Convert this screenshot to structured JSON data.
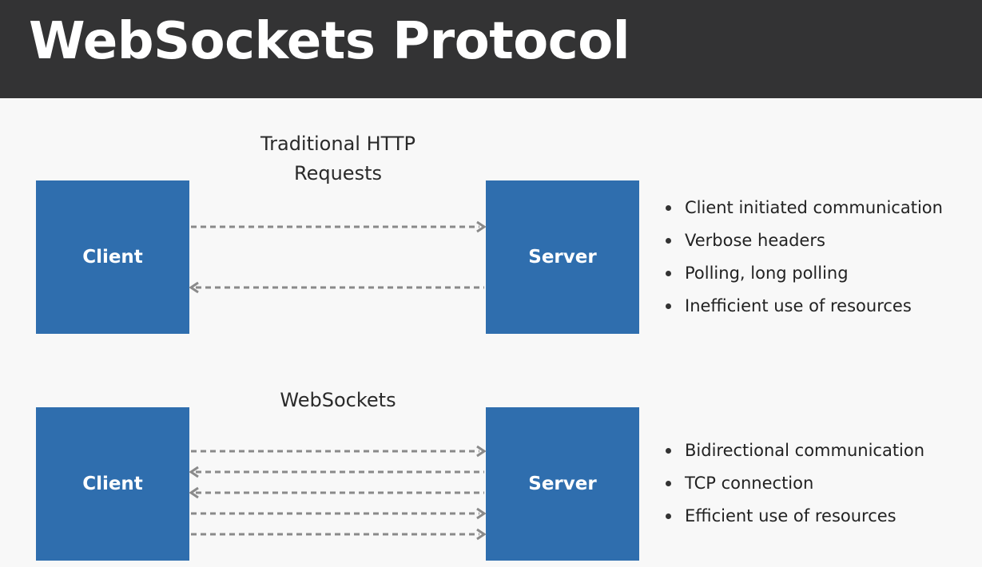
{
  "title": "WebSockets Protocol",
  "colors": {
    "header_bg": "#333334",
    "box_fill": "#2f6eae",
    "arrow": "#8a8a8a"
  },
  "http_section": {
    "caption_line1": "Traditional HTTP",
    "caption_line2": "Requests",
    "client_label": "Client",
    "server_label": "Server",
    "arrows": [
      "client-to-server",
      "server-to-client"
    ],
    "bullets": [
      "Client initiated communication",
      "Verbose headers",
      "Polling, long polling",
      "Inefficient use of resources"
    ]
  },
  "ws_section": {
    "caption": "WebSockets",
    "client_label": "Client",
    "server_label": "Server",
    "arrows": [
      "client-to-server",
      "server-to-client",
      "server-to-client",
      "client-to-server",
      "client-to-server"
    ],
    "bullets": [
      "Bidirectional communication",
      "TCP connection",
      "Efficient use of resources"
    ]
  }
}
